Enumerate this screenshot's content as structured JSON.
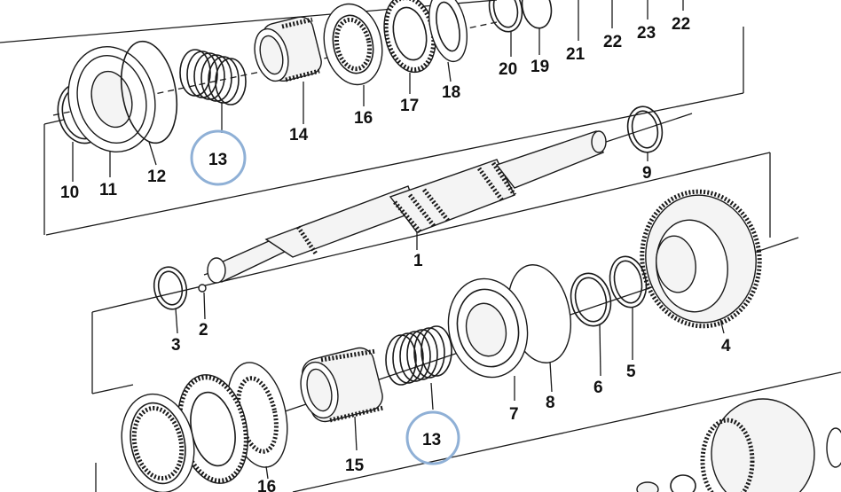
{
  "diagram": {
    "highlight_color": "#8fb0d6",
    "labels": {
      "l1": "1",
      "l2": "2",
      "l3": "3",
      "l4": "4",
      "l5": "5",
      "l6": "6",
      "l7": "7",
      "l8": "8",
      "l9": "9",
      "l10": "10",
      "l11": "11",
      "l12": "12",
      "l13a": "13",
      "l13b": "13",
      "l14": "14",
      "l15": "15",
      "l16a": "16",
      "l16b": "16",
      "l17": "17",
      "l18": "18",
      "l19": "19",
      "l20": "20",
      "l21": "21",
      "l22a": "22",
      "l22b": "22",
      "l23": "23"
    }
  }
}
